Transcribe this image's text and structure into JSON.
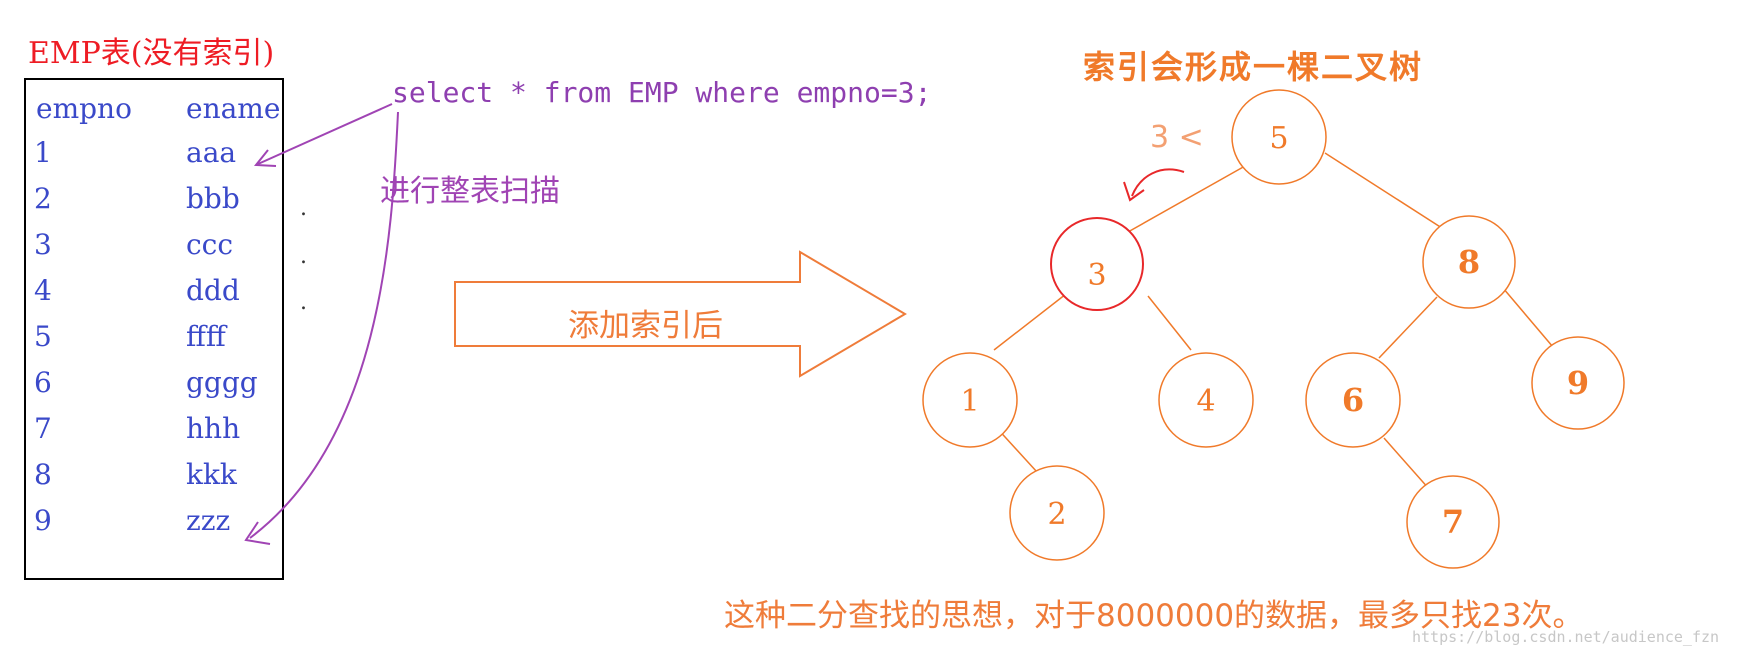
{
  "left_title": "EMP表(没有索引)",
  "table": {
    "headers": [
      "empno",
      "ename"
    ],
    "rows": [
      [
        "1",
        "aaa"
      ],
      [
        "2",
        "bbb"
      ],
      [
        "3",
        "ccc"
      ],
      [
        "4",
        "ddd"
      ],
      [
        "5",
        "ffff"
      ],
      [
        "6",
        "gggg"
      ],
      [
        "7",
        "hhh"
      ],
      [
        "8",
        "kkk"
      ],
      [
        "9",
        "zzz"
      ]
    ],
    "ellipsis": [
      ".",
      ".",
      "."
    ]
  },
  "sql_query": "select * from EMP where empno=3;",
  "scan_label": "进行整表扫描",
  "arrow_label": "添加索引后",
  "tree_title": "索引会形成一棵二叉树",
  "comparison_label": "3 <",
  "tree_nodes": {
    "n5": "5",
    "n3": "3",
    "n8": "8",
    "n1": "1",
    "n4": "4",
    "n6": "6",
    "n9": "9",
    "n2": "2",
    "n7": "7"
  },
  "conclusion": "这种二分查找的思想，对于8000000的数据，最多只找23次。",
  "watermark": "https://blog.csdn.net/audience_fzn",
  "colors": {
    "orange": "#f07a2a",
    "red": "#e8282a",
    "purple": "#a044b4",
    "blue": "#3a49c9"
  }
}
